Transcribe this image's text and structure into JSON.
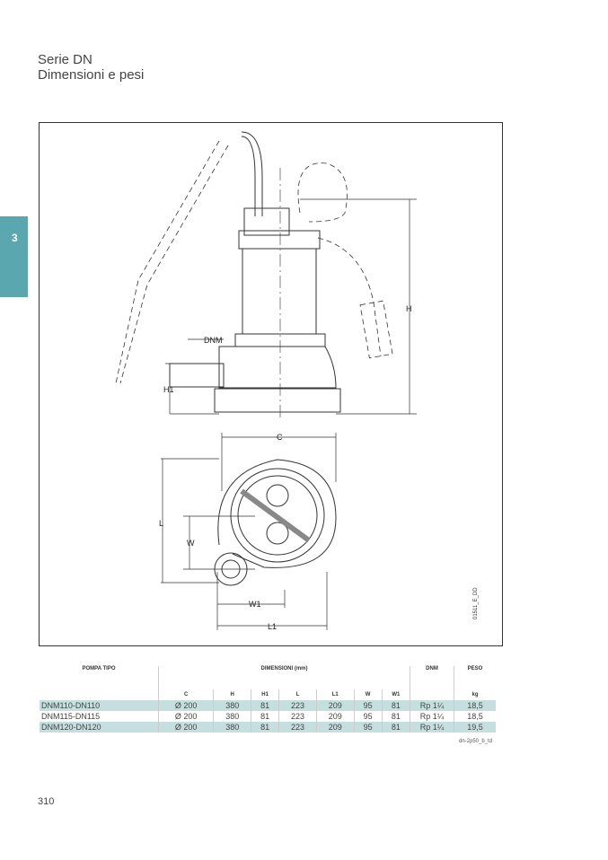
{
  "header": {
    "line1": "Serie DN",
    "line2": "Dimensioni e pesi"
  },
  "tab": {
    "number": "3"
  },
  "drawing": {
    "labels": {
      "dnm": "DNM",
      "h1": "H1",
      "h": "H",
      "c": "C",
      "l": "L",
      "w": "W",
      "w1": "W1",
      "l1": "L1"
    },
    "code": "01511_E_DD"
  },
  "table": {
    "headers": {
      "model": "POMPA TIPO",
      "dimensions": "DIMENSIONI (mm)",
      "dnm": "DNM",
      "weight": "PESO"
    },
    "subheaders": [
      "C",
      "H",
      "H1",
      "L",
      "L1",
      "W",
      "W1"
    ],
    "weight_unit": "kg",
    "rows": [
      {
        "model": "DNM110-DN110",
        "c": "Ø 200",
        "h": "380",
        "h1": "81",
        "l": "223",
        "l1": "209",
        "w": "95",
        "w1": "81",
        "dnm": "Rp 1¼",
        "kg": "18,5"
      },
      {
        "model": "DNM115-DN115",
        "c": "Ø 200",
        "h": "380",
        "h1": "81",
        "l": "223",
        "l1": "209",
        "w": "95",
        "w1": "81",
        "dnm": "Rp 1¼",
        "kg": "18,5"
      },
      {
        "model": "DNM120-DN120",
        "c": "Ø 200",
        "h": "380",
        "h1": "81",
        "l": "223",
        "l1": "209",
        "w": "95",
        "w1": "81",
        "dnm": "Rp 1¼",
        "kg": "19,5"
      }
    ],
    "code": "dn-2p50_b_td"
  },
  "page_number": "310"
}
